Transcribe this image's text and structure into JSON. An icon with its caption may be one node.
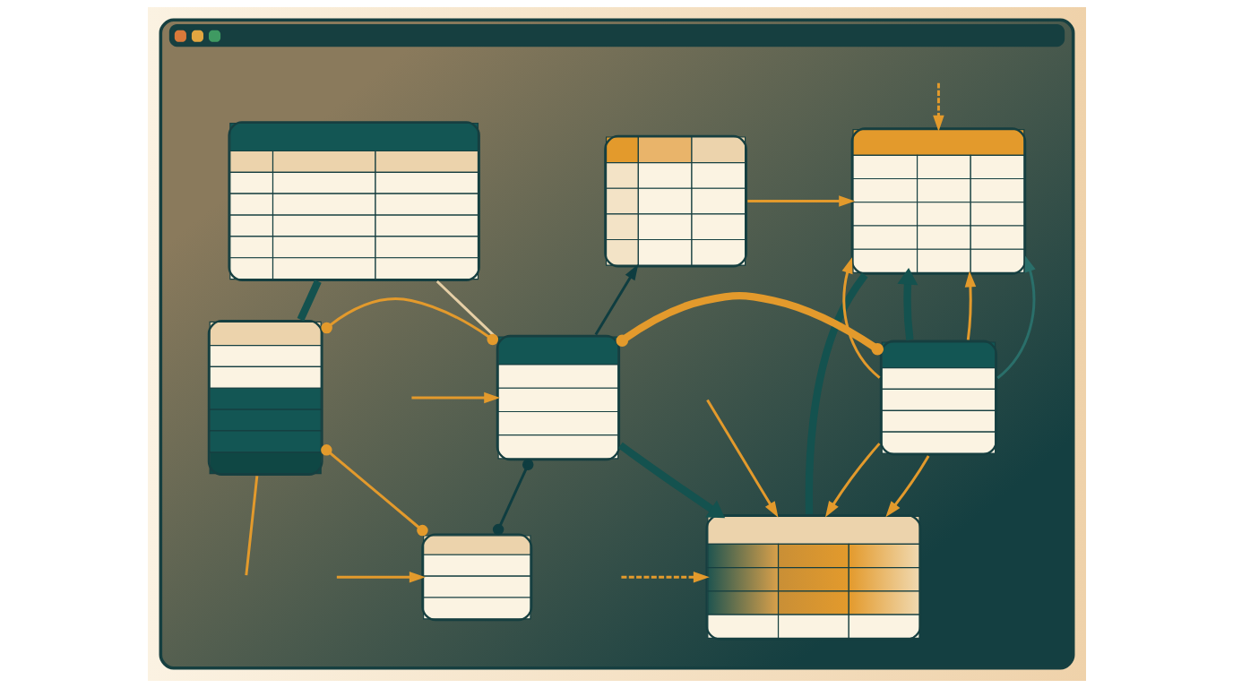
{
  "diagram": {
    "nodes": [
      {
        "text": [],
        "shape": "window"
      },
      {
        "text": [],
        "shape": "table",
        "in": 0
      },
      {
        "text": [],
        "shape": "table",
        "in": 0
      },
      {
        "text": [],
        "shape": "table",
        "in": 0
      },
      {
        "text": [],
        "shape": "card",
        "in": 0
      },
      {
        "text": [],
        "shape": "card",
        "in": 0
      },
      {
        "text": [],
        "shape": "card",
        "in": 0
      },
      {
        "text": [],
        "shape": "card",
        "in": 0
      },
      {
        "text": [],
        "shape": "table",
        "in": 0
      }
    ],
    "edges": [
      {
        "from": 1,
        "to": 4,
        "arrow": "none",
        "style": "thick",
        "color": "#14524f"
      },
      {
        "from": 1,
        "to": 5,
        "arrow": "none",
        "color": "#e6cfa6"
      },
      {
        "from": 5,
        "to": 2,
        "arrow": "to",
        "color": "#0f3d40"
      },
      {
        "from": 2,
        "to": 3,
        "arrow": "to"
      },
      {
        "from": null,
        "to": 3,
        "arrow": "to",
        "style": "dashed"
      },
      {
        "from": 4,
        "to": 5,
        "arrow": "other"
      },
      {
        "from": 4,
        "to": 7,
        "arrow": "other"
      },
      {
        "from": null,
        "to": 5,
        "arrow": "to"
      },
      {
        "from": null,
        "to": 7,
        "arrow": "to"
      },
      {
        "from": 4,
        "to": null,
        "arrow": "none"
      },
      {
        "from": 5,
        "to": 7,
        "arrow": "other",
        "color": "#0f3d40"
      },
      {
        "from": 5,
        "to": 6,
        "arrow": "other",
        "style": "thick"
      },
      {
        "from": 5,
        "to": 8,
        "arrow": "to",
        "style": "thick",
        "color": "#14524f"
      },
      {
        "from": 6,
        "to": 3,
        "arrow": "to"
      },
      {
        "from": 6,
        "to": 3,
        "arrow": "to",
        "style": "thick",
        "color": "#14524f"
      },
      {
        "from": 6,
        "to": 3,
        "arrow": "to"
      },
      {
        "from": 6,
        "to": 3,
        "arrow": "to",
        "color": "#2a6f6a"
      },
      {
        "from": 6,
        "to": 8,
        "arrow": "to"
      },
      {
        "from": 6,
        "to": 8,
        "arrow": "to"
      },
      {
        "from": 3,
        "to": 8,
        "arrow": "none",
        "style": "thick",
        "color": "#14524f"
      },
      {
        "from": null,
        "to": 8,
        "arrow": "to"
      },
      {
        "from": null,
        "to": 8,
        "arrow": "to",
        "style": "dashed"
      }
    ]
  }
}
